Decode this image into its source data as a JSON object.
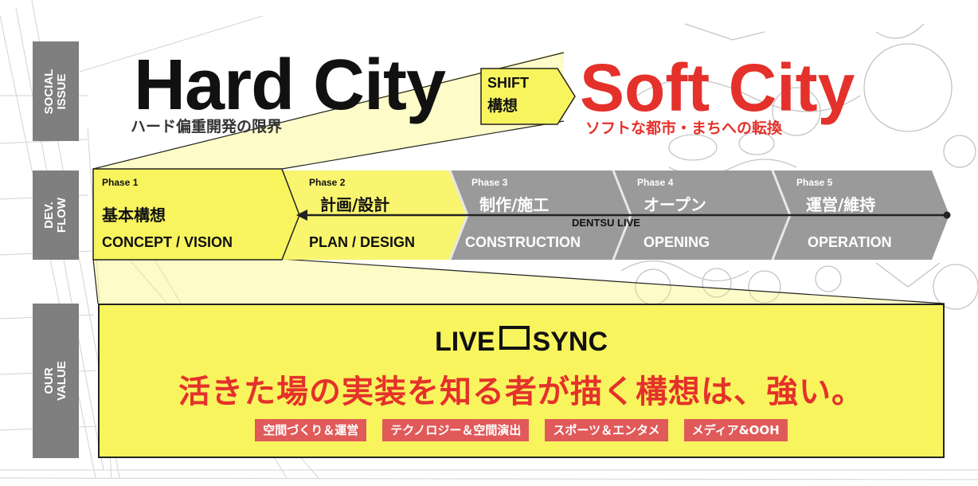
{
  "sidebar": {
    "social_issue": [
      "SOCIAL",
      "ISSUE"
    ],
    "dev_flow": [
      "DEV.",
      "FLOW"
    ],
    "our_value": [
      "OUR",
      "VALUE"
    ]
  },
  "hard_city": {
    "title": "Hard City",
    "subtitle": "ハード偏重開発の限界"
  },
  "shift": {
    "line1": "SHIFT",
    "line2": "構想"
  },
  "soft_city": {
    "title": "Soft City",
    "subtitle": "ソフトな都市・まちへの転換"
  },
  "phases": [
    {
      "num": "Phase 1",
      "ja": "基本構想",
      "en": "CONCEPT / VISION"
    },
    {
      "num": "Phase 2",
      "ja": "計画/設計",
      "en": "PLAN / DESIGN"
    },
    {
      "num": "Phase 3",
      "ja": "制作/施工",
      "en": "CONSTRUCTION"
    },
    {
      "num": "Phase 4",
      "ja": "オープン",
      "en": "OPENING"
    },
    {
      "num": "Phase 5",
      "ja": "運営/維持",
      "en": "OPERATION"
    }
  ],
  "dentsu_live": "DENTSU LIVE",
  "value": {
    "brand_left": "LIVE",
    "brand_right": "SYNC",
    "slogan": "活きた場の実装を知る者が描く構想は、強い。",
    "tags": [
      "空間づくり＆運営",
      "テクノロジー＆空間演出",
      "スポーツ＆エンタメ",
      "メディア&OOH"
    ]
  },
  "colors": {
    "yellow": "#f8f45e",
    "red": "#e4312b",
    "gray": "#9a9a9a",
    "sidebar": "#7f7f7f",
    "tag": "#e05a5a"
  }
}
